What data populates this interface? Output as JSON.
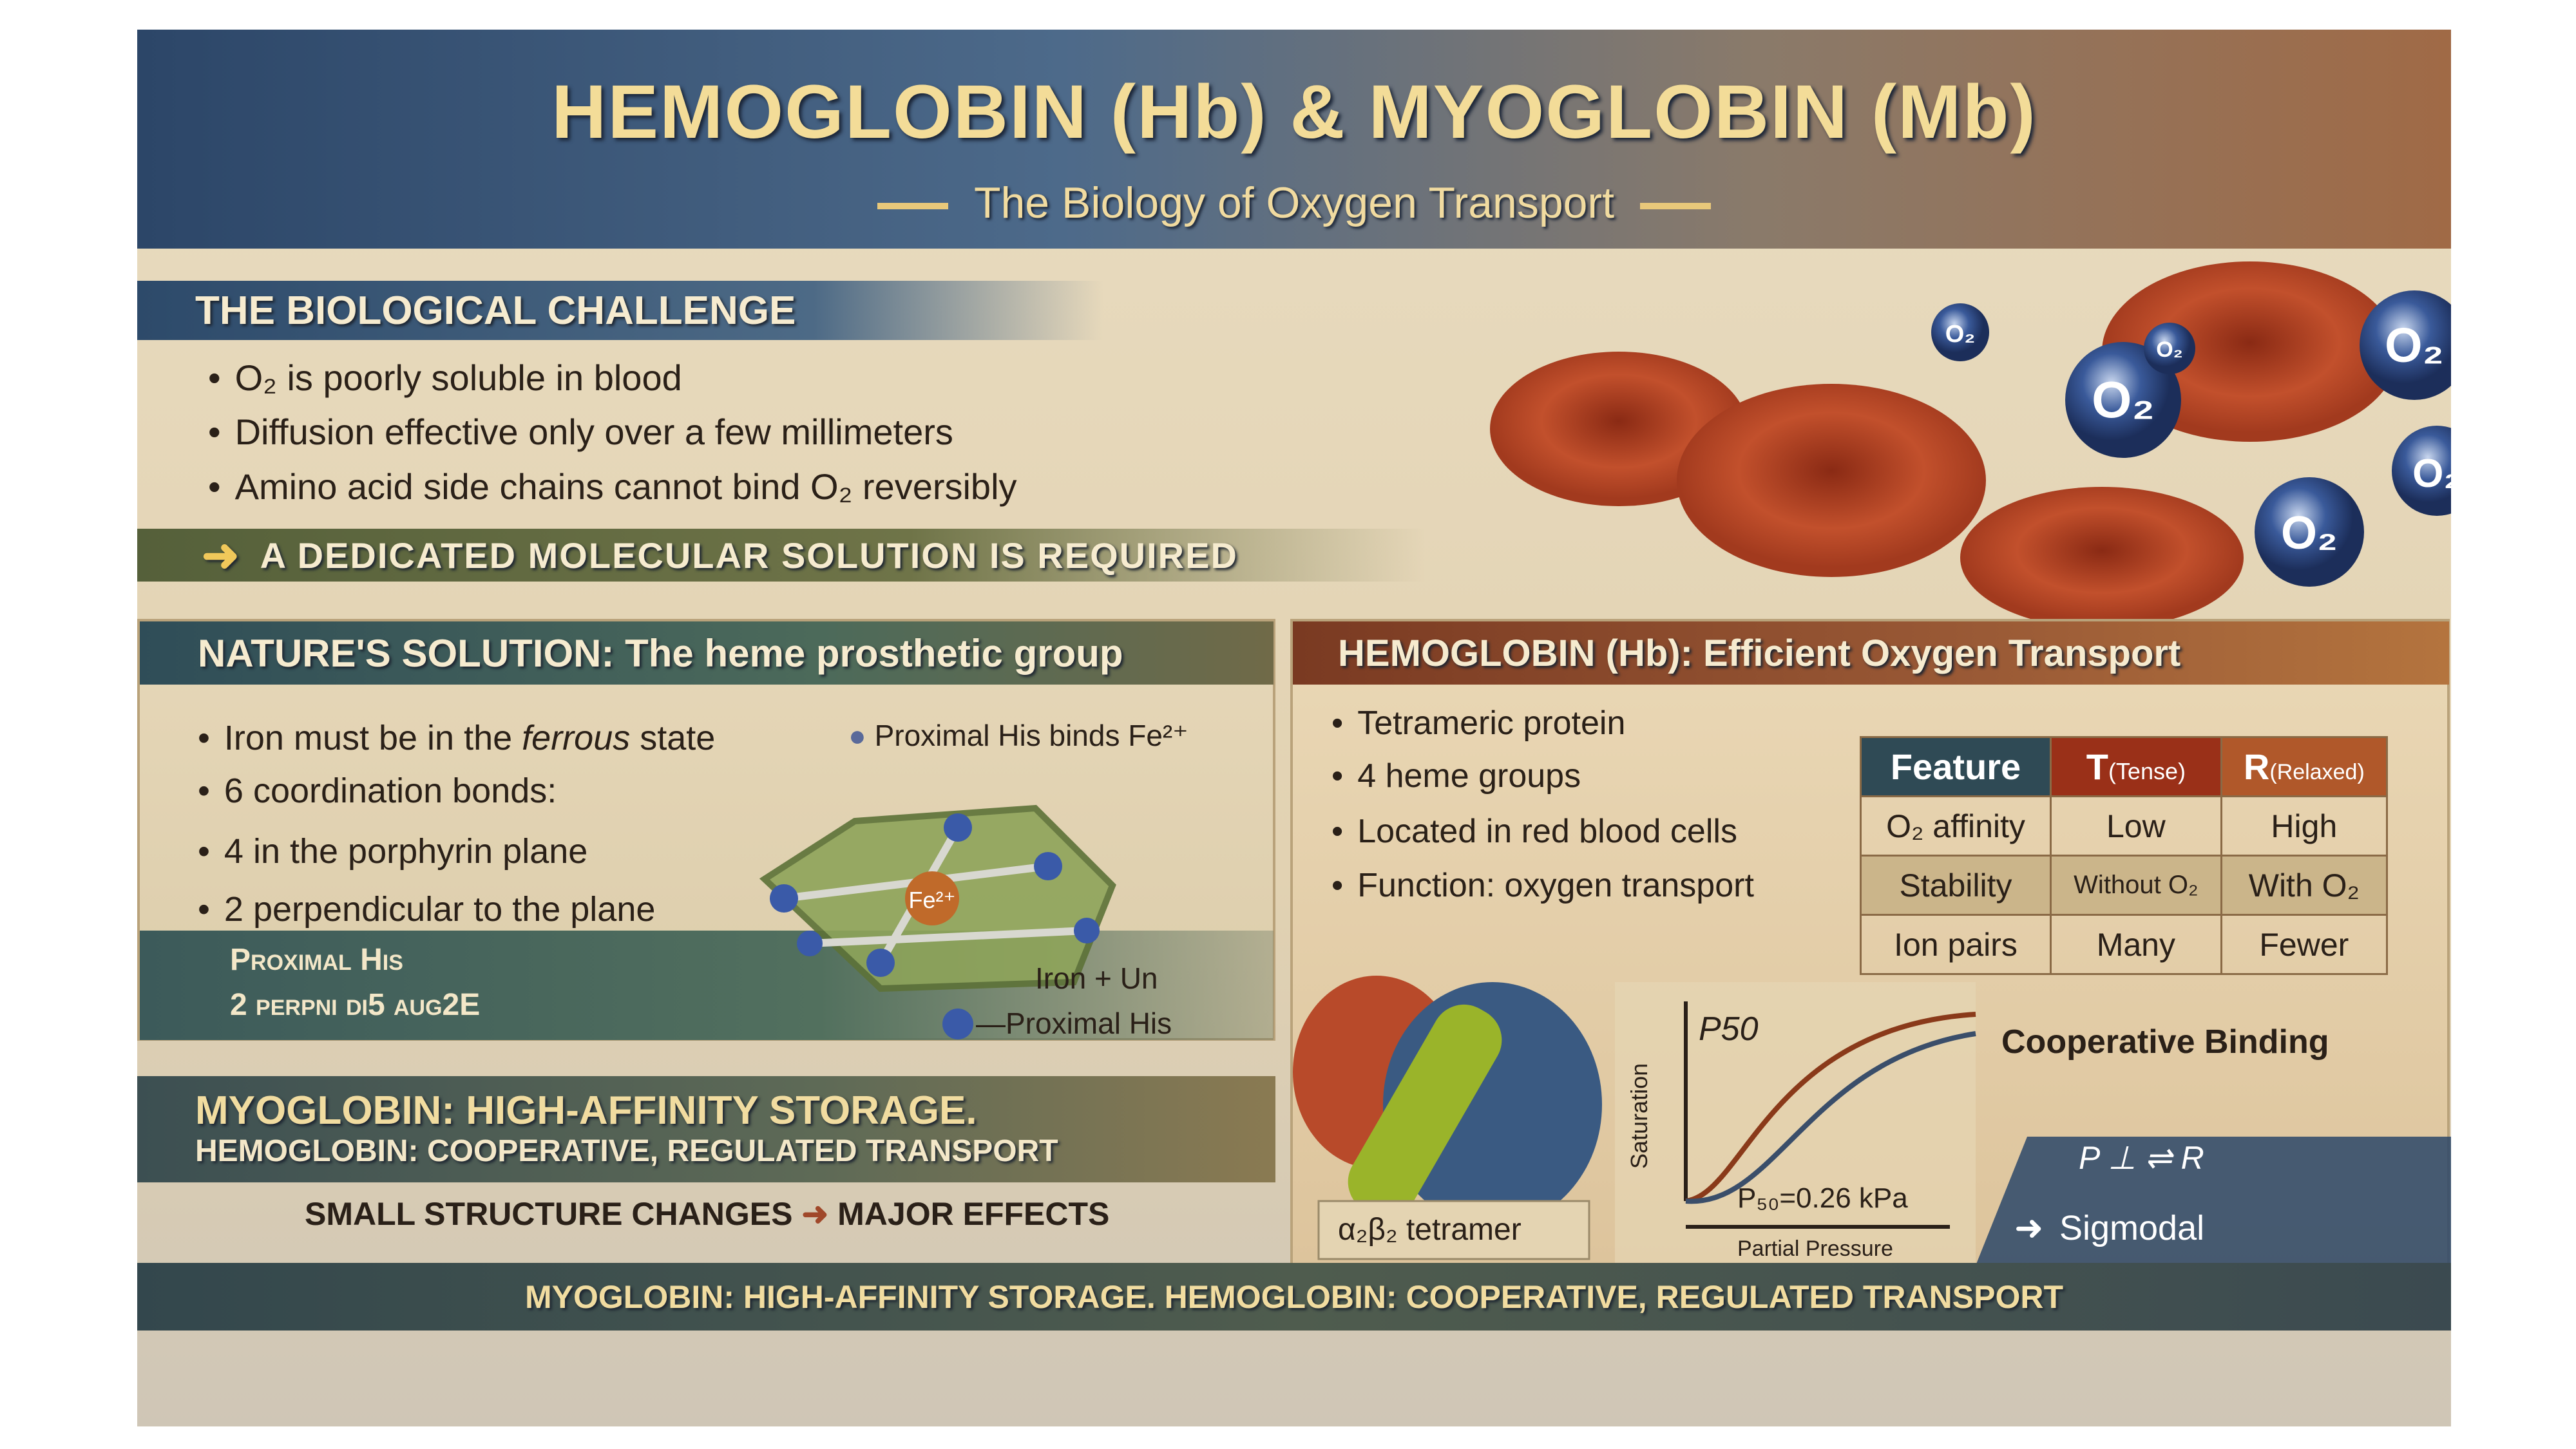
{
  "title": "HEMOGLOBIN (Hb) & MYOGLOBIN (Mb)",
  "subtitle": "The Biology of Oxygen Transport",
  "challenge": {
    "heading": "THE BIOLOGICAL CHALLENGE",
    "bullets": [
      "O₂ is poorly soluble in blood",
      "Diffusion effective only over a few millimeters",
      "Amino acid side chains cannot bind O₂ reversibly"
    ],
    "conclusion": "A DEDICATED MOLECULAR SOLUTION IS REQUIRED"
  },
  "o2_label": "O₂",
  "nature": {
    "heading": "NATURE'S SOLUTION: The heme prosthetic group",
    "bullet1_pre": "Iron must be in the ",
    "bullet1_em": "ferrous",
    "bullet1_post": " state",
    "bullets": [
      "6 coordination bonds:",
      "4 in the porphyrin plane",
      "2 perpendicular to the plane"
    ],
    "lower_bullets": [
      "Proximal His",
      "2 perpni di5 aug2E"
    ],
    "labels": {
      "proximal_binds": "Proximal His binds Fe²⁺",
      "iron_un": "Iron + Un",
      "proximal_his": "—Proximal His",
      "fe": "Fe²⁺"
    }
  },
  "hemoglobin": {
    "heading": "HEMOGLOBIN (Hb): Efficient Oxygen Transport",
    "bullets": [
      "Tetrameric protein",
      "4 heme groups",
      "Located in red blood cells",
      "Function: oxygen transport"
    ],
    "table": {
      "headers": [
        "Feature",
        "T",
        "(Tense)",
        "R",
        "(Relaxed)"
      ],
      "rows": [
        [
          "O₂ affinity",
          "Low",
          "High"
        ],
        [
          "Stability",
          "Without O₂",
          "With O₂"
        ],
        [
          "Ion pairs",
          "Many",
          "Fewer"
        ]
      ]
    },
    "tetramer_label": "α₂β₂ tetramer",
    "chart": {
      "ylabel": "Saturation",
      "xlabel": "Partial Pressure",
      "p50": "P50",
      "p50_value": "P₅₀=0.26 kPa",
      "coop": "Cooperative Binding",
      "equation": "P ⊥ ⇌ R",
      "sigmoidal": "Sigmodal"
    }
  },
  "myoglobin": {
    "line1": "MYOGLOBIN: HIGH-AFFINITY STORAGE.",
    "line2": "HEMOGLOBIN: COOPERATIVE, REGULATED TRANSPORT",
    "small_changes": "SMALL STRUCTURE CHANGES",
    "major_effects": "MAJOR EFFECTS"
  },
  "footer": "MYOGLOBIN: HIGH-AFFINITY STORAGE. HEMOGLOBIN: COOPERATIVE, REGULATED TRANSPORT",
  "colors": {
    "title": "#f3dc98",
    "navy": "#2c4668",
    "rust": "#9a5a36"
  }
}
